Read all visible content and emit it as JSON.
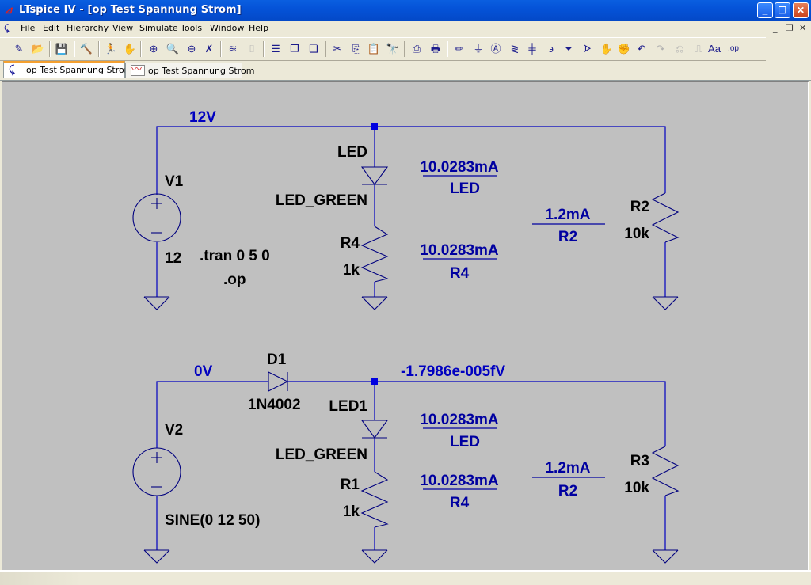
{
  "window": {
    "title": "LTspice IV - [op Test Spannung Strom]",
    "controls": [
      "minimize",
      "restore",
      "close"
    ]
  },
  "menubar": {
    "items": [
      "File",
      "Edit",
      "Hierarchy",
      "View",
      "Simulate",
      "Tools",
      "Window",
      "Help"
    ],
    "mdi_controls": [
      "minimize",
      "restore",
      "close"
    ]
  },
  "toolbar": {
    "buttons": [
      {
        "icon": "new-schematic-icon",
        "glyph": "✎",
        "enabled": true
      },
      {
        "icon": "open-folder-icon",
        "glyph": "📂",
        "enabled": true
      },
      {
        "icon": "save-icon",
        "glyph": "💾",
        "enabled": true
      },
      {
        "icon": "control-panel-hammer-icon",
        "glyph": "🔨",
        "enabled": true
      },
      {
        "icon": "run-icon",
        "glyph": "🏃",
        "enabled": true
      },
      {
        "icon": "halt-hand-icon",
        "glyph": "✋",
        "enabled": false
      },
      {
        "icon": "zoom-in-icon",
        "glyph": "⊕",
        "enabled": true
      },
      {
        "icon": "zoom-area-icon",
        "glyph": "🔍",
        "enabled": false
      },
      {
        "icon": "zoom-out-icon",
        "glyph": "⊖",
        "enabled": true
      },
      {
        "icon": "zoom-fit-icon",
        "glyph": "✗",
        "enabled": true
      },
      {
        "icon": "autorange-icon",
        "glyph": "≋",
        "enabled": true
      },
      {
        "icon": "fft-icon",
        "glyph": "⌷",
        "enabled": false
      },
      {
        "icon": "tile-horizontal-icon",
        "glyph": "☰",
        "enabled": true
      },
      {
        "icon": "cascade-icon",
        "glyph": "❐",
        "enabled": true
      },
      {
        "icon": "close-window-icon",
        "glyph": "❏",
        "enabled": true
      },
      {
        "icon": "cut-icon",
        "glyph": "✂",
        "enabled": true
      },
      {
        "icon": "copy-icon",
        "glyph": "⎘",
        "enabled": true
      },
      {
        "icon": "paste-icon",
        "glyph": "📋",
        "enabled": false
      },
      {
        "icon": "find-icon",
        "glyph": "🔭",
        "enabled": true
      },
      {
        "icon": "print-preview-icon",
        "glyph": "⎙",
        "enabled": true
      },
      {
        "icon": "print-icon",
        "glyph": "🖶",
        "enabled": true
      },
      {
        "icon": "draw-wire-icon",
        "glyph": "✏",
        "enabled": true
      },
      {
        "icon": "ground-icon",
        "glyph": "⏚",
        "enabled": true
      },
      {
        "icon": "label-net-icon",
        "glyph": "Ⓐ",
        "enabled": true
      },
      {
        "icon": "resistor-icon",
        "glyph": "≷",
        "enabled": true
      },
      {
        "icon": "capacitor-icon",
        "glyph": "╪",
        "enabled": true
      },
      {
        "icon": "inductor-icon",
        "glyph": "϶",
        "enabled": true
      },
      {
        "icon": "diode-icon",
        "glyph": "⏷",
        "enabled": true
      },
      {
        "icon": "component-icon",
        "glyph": "ᗌ",
        "enabled": true
      },
      {
        "icon": "move-hand-icon",
        "glyph": "✋",
        "enabled": true
      },
      {
        "icon": "drag-hand-icon",
        "glyph": "✊",
        "enabled": true
      },
      {
        "icon": "undo-icon",
        "glyph": "↶",
        "enabled": true
      },
      {
        "icon": "redo-icon",
        "glyph": "↷",
        "enabled": false
      },
      {
        "icon": "rotate-icon",
        "glyph": "⎌",
        "enabled": false
      },
      {
        "icon": "mirror-icon",
        "glyph": "⎍",
        "enabled": false
      },
      {
        "icon": "text-icon",
        "glyph": "Aa",
        "enabled": true
      },
      {
        "icon": "spice-directive-icon",
        "glyph": ".op",
        "enabled": true
      }
    ]
  },
  "tabs": [
    {
      "label": "op Test Spannung Strom",
      "type": "schematic",
      "active": true
    },
    {
      "label": "op Test Spannung Strom",
      "type": "waveform",
      "active": false
    }
  ],
  "schematic": {
    "colors": {
      "wire": "#0000c0",
      "component": "#00007f",
      "text": "#000000",
      "annotation": "#0000a0",
      "background": "#c0c0c0"
    },
    "circuit1": {
      "net_label": "12V",
      "source": {
        "name": "V1",
        "value": "12"
      },
      "directives": [
        ".tran 0 5 0",
        ".op"
      ],
      "led": {
        "name": "LED",
        "model": "LED_GREEN"
      },
      "resistor_series": {
        "name": "R4",
        "value": "1k"
      },
      "resistor_shunt": {
        "name": "R2",
        "value": "10k"
      },
      "annotations": [
        {
          "value": "10.0283mA",
          "ref": "LED"
        },
        {
          "value": "10.0283mA",
          "ref": "R4"
        },
        {
          "value": "1.2mA",
          "ref": "R2"
        }
      ]
    },
    "circuit2": {
      "net_label_left": "0V",
      "net_label_right": "-1.7986e-005fV",
      "source": {
        "name": "V2",
        "value": "SINE(0 12 50)"
      },
      "diode": {
        "name": "D1",
        "model": "1N4002"
      },
      "led": {
        "name": "LED1",
        "model": "LED_GREEN"
      },
      "resistor_series": {
        "name": "R1",
        "value": "1k"
      },
      "resistor_shunt": {
        "name": "R3",
        "value": "10k"
      },
      "annotations": [
        {
          "value": "10.0283mA",
          "ref": "LED"
        },
        {
          "value": "10.0283mA",
          "ref": "R4"
        },
        {
          "value": "1.2mA",
          "ref": "R2"
        }
      ]
    }
  }
}
